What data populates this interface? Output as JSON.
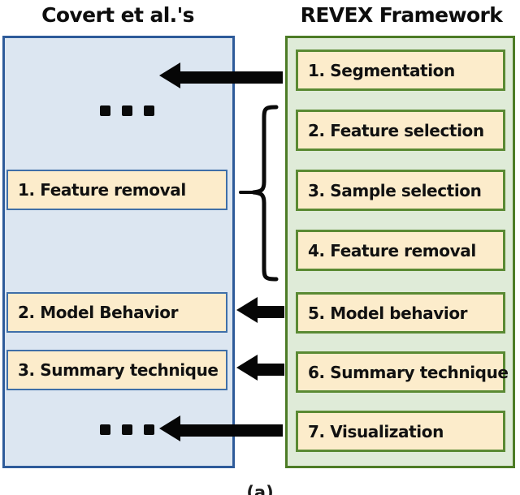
{
  "headers": {
    "left": "Covert et al.'s",
    "right": "REVEX Framework"
  },
  "colors": {
    "covert_panel_fill": "#dce6f1",
    "covert_panel_border": "#2e5b9a",
    "revex_panel_fill": "#dfebd8",
    "revex_panel_border": "#4d7c26",
    "step_box_fill": "#fceccb",
    "step_box_border_blue": "#3f6fa8",
    "step_box_border_green": "#5a8a33",
    "arrow": "#060606"
  },
  "covert": {
    "top_ellipsis": "•••",
    "steps": [
      {
        "label": "1. Feature removal"
      },
      {
        "label": "2. Model Behavior"
      },
      {
        "label": "3. Summary technique"
      }
    ],
    "bottom_ellipsis": "•••"
  },
  "revex": {
    "steps": [
      {
        "label": "1. Segmentation"
      },
      {
        "label": "2. Feature selection"
      },
      {
        "label": "3. Sample selection"
      },
      {
        "label": "4. Feature removal"
      },
      {
        "label": "5. Model behavior"
      },
      {
        "label": "6. Summary technique"
      },
      {
        "label": "7. Visualization"
      }
    ]
  },
  "connectors": {
    "arrow_segmentation_to_dots": "arrow-left",
    "brace_groups_2_3_4_to_feature_removal": "curly-brace-left",
    "arrow_model_behavior": "arrow-left",
    "arrow_summary_technique": "arrow-left",
    "arrow_visualization_to_dots": "arrow-left"
  },
  "caption": "(a)"
}
